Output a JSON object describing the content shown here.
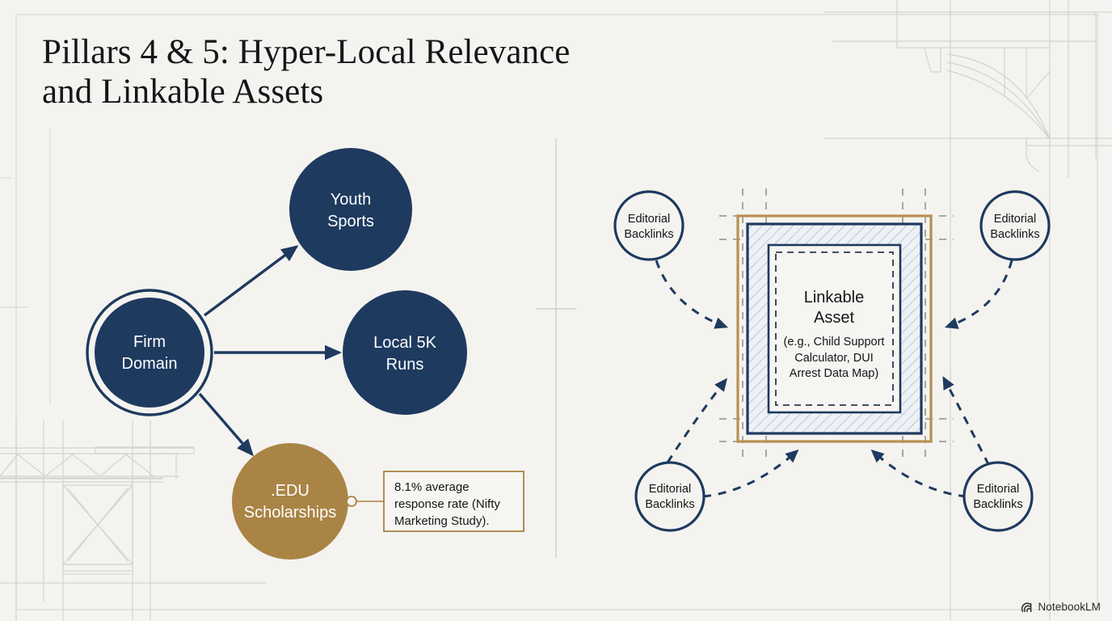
{
  "slide": {
    "title": "Pillars 4 & 5: Hyper-Local Relevance\nand Linkable Assets",
    "background_color": "#f4f3ef",
    "accent_navy": "#1e3a5f",
    "accent_gold": "#a98445",
    "blueprint_line_color": "#d2d1cb"
  },
  "watermark": {
    "label": "NotebookLM",
    "icon": "notebooklm-spiral-icon"
  },
  "left_panel": {
    "name": "hyper-local-relevance-diagram",
    "hub": {
      "label": "Firm\nDomain",
      "line1": "Firm",
      "line2": "Domain",
      "fill": "#1e3a5f",
      "ring": true
    },
    "spokes": [
      {
        "label": "Youth\nSports",
        "line1": "Youth",
        "line2": "Sports",
        "fill": "#1e3a5f"
      },
      {
        "label": "Local 5K\nRuns",
        "line1": "Local 5K",
        "line2": "Runs",
        "fill": "#1e3a5f"
      },
      {
        "label": ".EDU\nScholarships",
        "line1": ".EDU",
        "line2": "Scholarships",
        "fill": "#a98445"
      }
    ],
    "callout": {
      "lines": [
        "8.1% average",
        "response rate (Nifty",
        "Marketing Study)."
      ],
      "border_color": "#a98445"
    }
  },
  "right_panel": {
    "name": "linkable-assets-diagram",
    "asset": {
      "title_line1": "Linkable",
      "title_line2": "Asset",
      "sub_line1": "(e.g., Child Support",
      "sub_line2": "Calculator, DUI",
      "sub_line3": "Arrest Data Map)",
      "outer_frame_color": "#b98f52",
      "inner_frame_color": "#1e3a5f"
    },
    "backlinks": [
      {
        "id": "top-left",
        "line1": "Editorial",
        "line2": "Backlinks"
      },
      {
        "id": "top-right",
        "line1": "Editorial",
        "line2": "Backlinks"
      },
      {
        "id": "bottom-left",
        "line1": "Editorial",
        "line2": "Backlinks"
      },
      {
        "id": "bottom-right",
        "line1": "Editorial",
        "line2": "Backlinks"
      }
    ]
  }
}
